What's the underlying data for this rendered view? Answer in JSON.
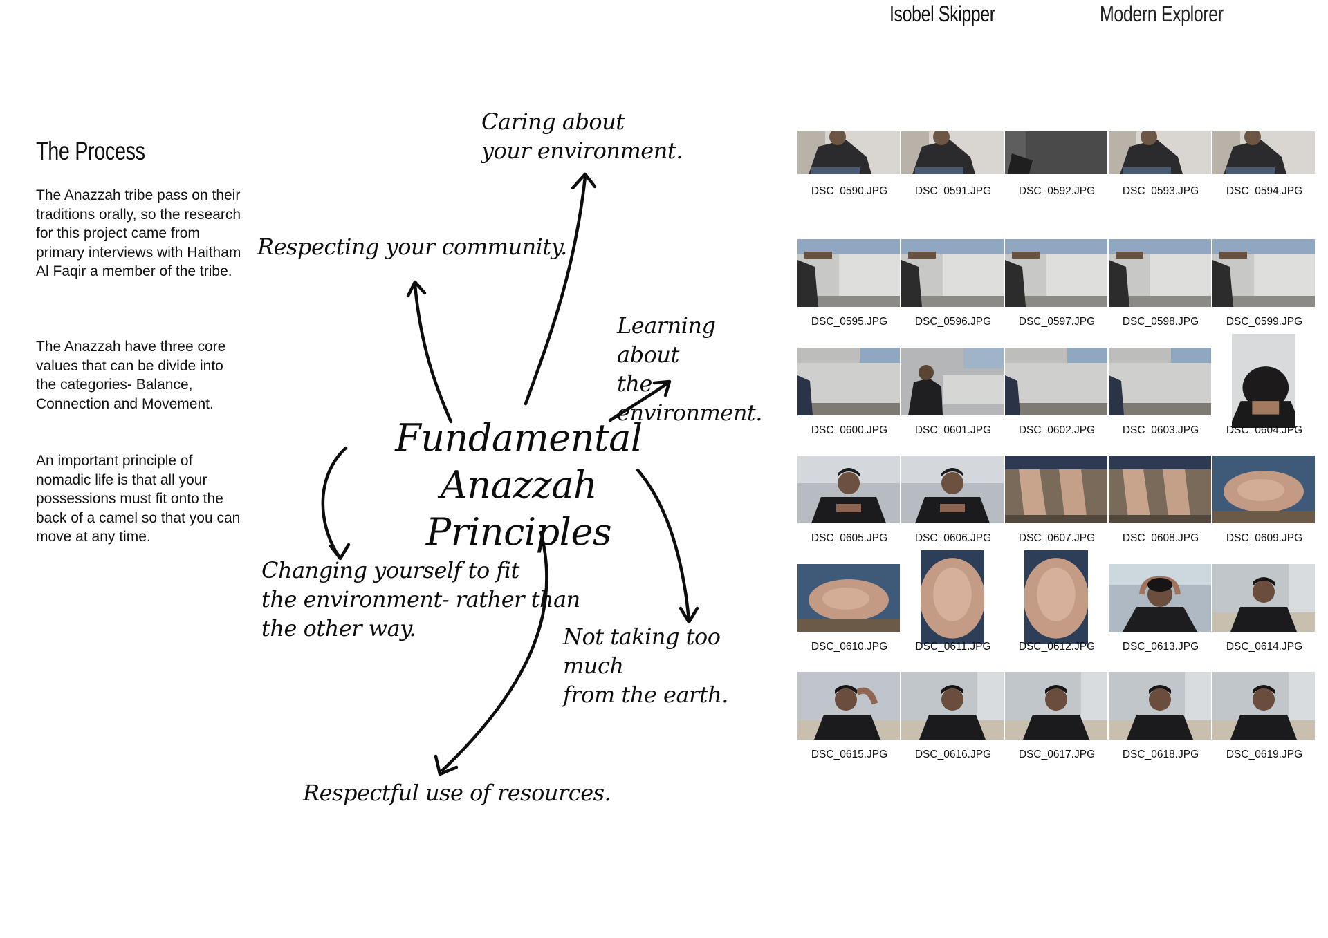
{
  "header": {
    "name": "Isobel Skipper",
    "title": "Modern Explorer"
  },
  "section": {
    "title": "The Process",
    "paragraphs": [
      "The Anazzah tribe pass on their traditions orally, so the research for this project came from primary interviews with Haitham Al Faqir a member of the tribe.",
      "The Anazzah have three core values that can be divide into the categories- Balance, Connection and Movement.",
      "An important principle of nomadic life is that all your possessions must fit onto the back of a camel so that you can move at any time."
    ]
  },
  "mindmap": {
    "center": "Fundamental Anazzah\nPrinciples",
    "branches": {
      "caring": "Caring about\nyour environment.",
      "respect_community": "Respecting your community.",
      "learning": "Learning about\nthe environment.",
      "changing": "Changing yourself to fit\nthe environment- rather than\nthe other way.",
      "not_taking": "Not taking too much\nfrom the earth.",
      "resources": "Respectful use of resources."
    }
  },
  "contact_sheet": {
    "files": [
      "DSC_0590.JPG",
      "DSC_0591.JPG",
      "DSC_0592.JPG",
      "DSC_0593.JPG",
      "DSC_0594.JPG",
      "DSC_0595.JPG",
      "DSC_0596.JPG",
      "DSC_0597.JPG",
      "DSC_0598.JPG",
      "DSC_0599.JPG",
      "DSC_0600.JPG",
      "DSC_0601.JPG",
      "DSC_0602.JPG",
      "DSC_0603.JPG",
      "DSC_0604.JPG",
      "DSC_0605.JPG",
      "DSC_0606.JPG",
      "DSC_0607.JPG",
      "DSC_0608.JPG",
      "DSC_0609.JPG",
      "DSC_0610.JPG",
      "DSC_0611.JPG",
      "DSC_0612.JPG",
      "DSC_0613.JPG",
      "DSC_0614.JPG",
      "DSC_0615.JPG",
      "DSC_0616.JPG",
      "DSC_0617.JPG",
      "DSC_0618.JPG",
      "DSC_0619.JPG"
    ],
    "scenes": [
      "seated-cropped",
      "seated-cropped",
      "dark-room",
      "seated-cropped",
      "seated-cropped",
      "window-room",
      "window-room",
      "window-room",
      "window-room",
      "window-room",
      "room-wide",
      "room-person",
      "room-wide",
      "room-wide",
      "head-down",
      "portrait-hands",
      "portrait-hands",
      "hands-table",
      "hands-table",
      "hands-close",
      "hands-close",
      "hands-portrait",
      "hands-portrait",
      "head-hands",
      "portrait",
      "portrait-laugh",
      "portrait",
      "portrait",
      "portrait",
      "portrait"
    ],
    "portrait_orientation": [
      false,
      false,
      false,
      false,
      false,
      false,
      false,
      false,
      false,
      false,
      false,
      false,
      false,
      false,
      true,
      false,
      false,
      false,
      false,
      false,
      false,
      true,
      true,
      false,
      false,
      false,
      false,
      false,
      false,
      false
    ]
  }
}
